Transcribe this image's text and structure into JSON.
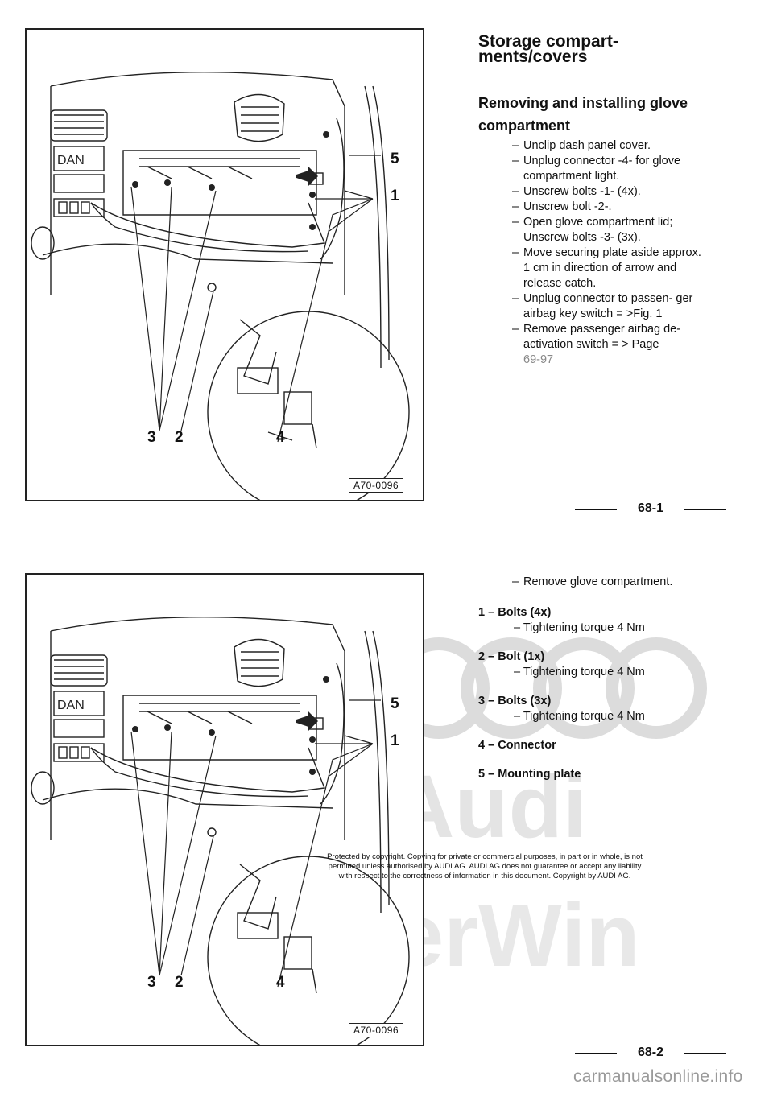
{
  "page1": {
    "figure_id": "A70-0096",
    "callouts": {
      "c1": "1",
      "c2": "2",
      "c3": "3",
      "c4": "4",
      "c5": "5"
    },
    "title_line1": "Storage compart-",
    "title_line2": "ments/covers",
    "subtitle_line1": "Removing and installing glove",
    "subtitle_line2": "compartment",
    "steps": [
      "Unclip dash panel cover.",
      "Unplug connector -4- for glove compartment light.",
      "Unscrew bolts -1- (4x).",
      "Unscrew bolt -2-.",
      "Open glove compartment lid; Unscrew bolts -3- (3x).",
      "Move securing plate aside approx. 1 cm in direction of arrow and release catch.",
      "Unplug connector to passen- ger airbag key switch = >Fig. 1",
      "Remove passenger airbag de- activation switch = > Page"
    ],
    "step_dash": "–",
    "page_ref": "69-97",
    "page_number": "68-1"
  },
  "page2": {
    "figure_id": "A70-0096",
    "callouts": {
      "c1": "1",
      "c2": "2",
      "c3": "3",
      "c4": "4",
      "c5": "5"
    },
    "first_step": "Remove glove compartment.",
    "legend": [
      {
        "num": "1",
        "label": "Bolts (4x)",
        "detail": "Tightening torque 4 Nm"
      },
      {
        "num": "2",
        "label": "Bolt (1x)",
        "detail": "Tightening torque 4 Nm"
      },
      {
        "num": "3",
        "label": "Bolts (3x)",
        "detail": "Tightening torque 4 Nm"
      },
      {
        "num": "4",
        "label": "Connector",
        "detail": ""
      },
      {
        "num": "5",
        "label": "Mounting plate",
        "detail": ""
      }
    ],
    "legend_sep": "–",
    "copyright_line1": "Protected by copyright. Copying for private or commercial purposes, in part or in whole, is not",
    "copyright_line2": "permitted unless authorised by AUDI AG. AUDI AG does not guarantee or accept any liability",
    "copyright_line3": "with respect to the correctness of information in this document. Copyright by AUDI AG.",
    "watermark_brand": "Audi",
    "watermark_sub": "erWin",
    "page_number": "68-2"
  },
  "footer": {
    "site": "carmanualsonline.info"
  }
}
